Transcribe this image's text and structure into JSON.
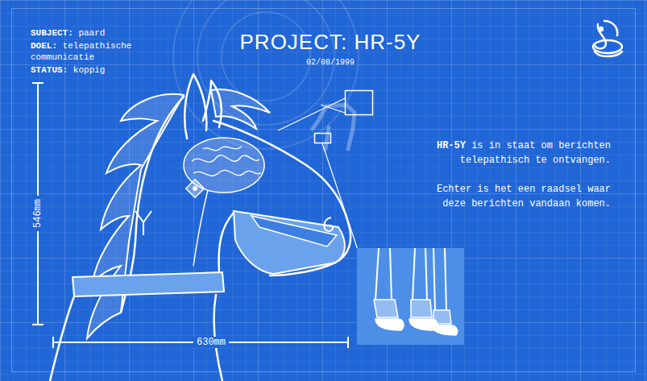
{
  "diagram": {
    "title": "PROJECT: HR-5Y",
    "labels": [
      "SUBJECT:",
      "paard",
      "DOEL:",
      "telepathische communicatie",
      "STATUS:",
      "koppig",
      "02/08/1999",
      "HR-5Y",
      "is in staat om berichten telepathisch te ontvangen.",
      "Echter is het een raadsel waar deze berichten vandaan komen.",
      "546mm",
      "630mm"
    ]
  }
}
